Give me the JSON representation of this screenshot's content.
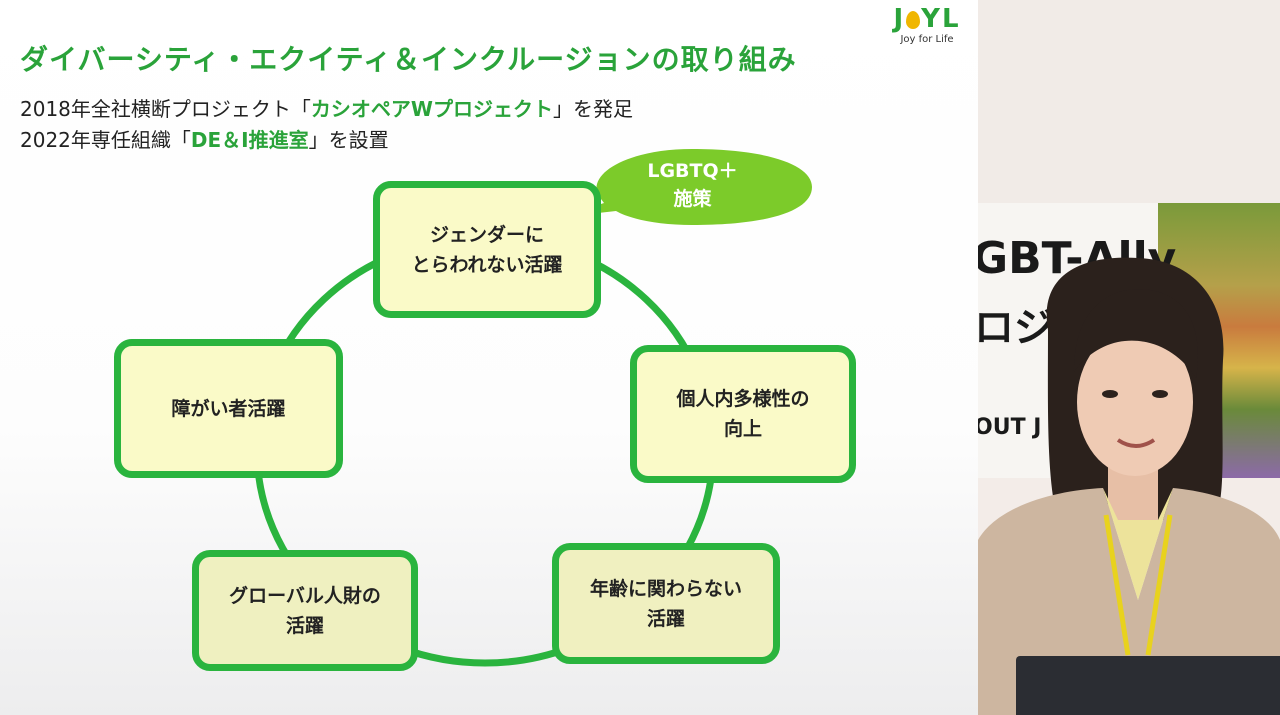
{
  "slide": {
    "title": "ダイバーシティ・エクイティ＆インクルージョンの取り組み",
    "line1_pre": "2018年全社横断プロジェクト「",
    "line1_em": "カシオペアWプロジェクト",
    "line1_post": "」を発足",
    "line2_pre": "2022年専任組織「",
    "line2_em": "DE＆I推進室",
    "line2_post": "」を設置",
    "logo_left": "J",
    "logo_right": "YL",
    "logo_tagline": "Joy for Life",
    "bubble": {
      "line1": "LGBTQ＋",
      "line2": "施策"
    },
    "boxes": [
      {
        "line1": "ジェンダーに",
        "line2": "とらわれない活躍"
      },
      {
        "line1": "個人内多様性の",
        "line2": "向上"
      },
      {
        "line1": "年齢に関わらない",
        "line2": "活躍"
      },
      {
        "line1": "グローバル人財の",
        "line2": "活躍"
      },
      {
        "line1": "障がい者活躍",
        "line2": ""
      }
    ],
    "colors": {
      "accent": "#2aa33a",
      "box_fill": "#fafac8",
      "ring": "#2ab43e",
      "bubble": "#7ccb2a"
    }
  },
  "video": {
    "poster_line1": "GBT-Ally",
    "poster_line2": "ロジェ",
    "poster_line3": "OUT J"
  }
}
